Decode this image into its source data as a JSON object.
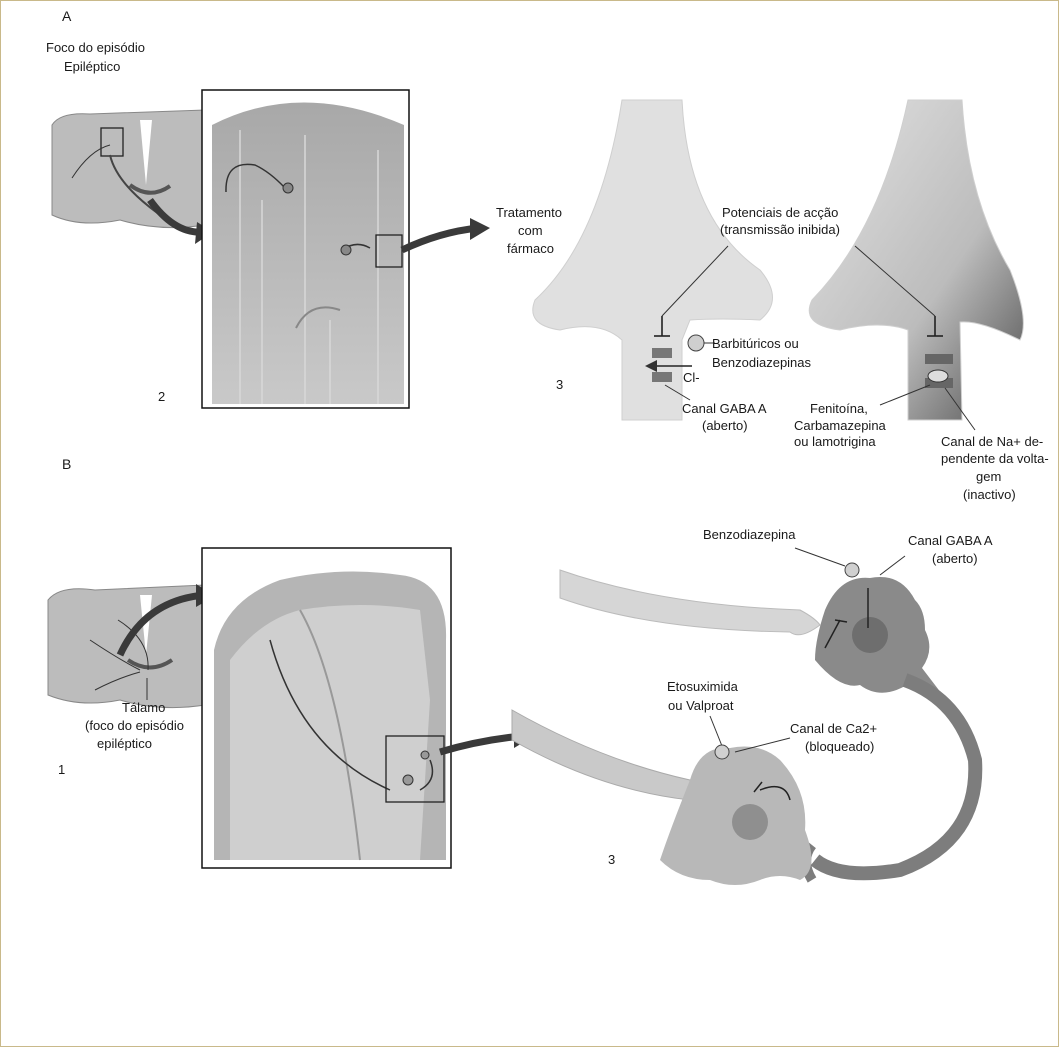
{
  "panel_a": {
    "letter": "A",
    "focus_line1": "Foco do episódio",
    "focus_line2": "Epiléptico",
    "step2": "2",
    "step3": "3",
    "treatment_line1": "Tratamento",
    "treatment_line2": "com",
    "treatment_line3": "fármaco",
    "ap_line1": "Potenciais de acção",
    "ap_line2": "(transmissão inibida)",
    "barb_line1": "Barbitúricos ou",
    "barb_line2": "Benzodiazepinas",
    "cl": "Cl-",
    "gaba_line1": "Canal GABA A",
    "gaba_line2": "(aberto)",
    "feni_line1": "Fenitoína,",
    "feni_line2": "Carbamazepina",
    "feni_line3": "ou lamotrigina",
    "na_line1": "Canal de Na+ de-",
    "na_line2": "pendente da volta-",
    "na_line3": "gem",
    "na_line4": "(inactivo)"
  },
  "panel_b": {
    "letter": "B",
    "step1": "1",
    "step3": "3",
    "thal_line1": "Tálamo",
    "thal_line2": "(foco do episódio",
    "thal_line3": "epiléptico",
    "benzo": "Benzodiazepina",
    "gaba_line1": "Canal GABA A",
    "gaba_line2": "(aberto)",
    "eto_line1": "Etosuximida",
    "eto_line2": "ou Valproat",
    "ca_line1": "Canal de Ca2+",
    "ca_line2": "(bloqueado)"
  },
  "colors": {
    "neuron_light": "#dcdcdc",
    "neuron_mid": "#a9a9a9",
    "neuron_dark": "#7d7d7d",
    "tissue": "#bdbdbd",
    "arrow": "#3a3a3a",
    "frame_border": "#c9b98a"
  }
}
